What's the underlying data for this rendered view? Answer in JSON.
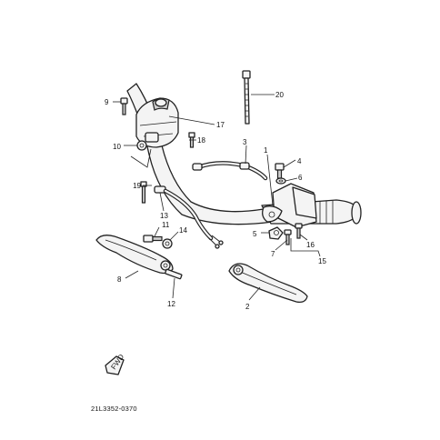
{
  "diagram": {
    "callouts": [
      {
        "id": "c1",
        "text": "1"
      },
      {
        "id": "c2",
        "text": "2"
      },
      {
        "id": "c3",
        "text": "3"
      },
      {
        "id": "c4",
        "text": "4"
      },
      {
        "id": "c5",
        "text": "5"
      },
      {
        "id": "c6",
        "text": "6"
      },
      {
        "id": "c7",
        "text": "7"
      },
      {
        "id": "c8",
        "text": "8"
      },
      {
        "id": "c9",
        "text": "9"
      },
      {
        "id": "c10",
        "text": "10"
      },
      {
        "id": "c11",
        "text": "11"
      },
      {
        "id": "c12",
        "text": "12"
      },
      {
        "id": "c13",
        "text": "13"
      },
      {
        "id": "c14",
        "text": "14"
      },
      {
        "id": "c15",
        "text": "15"
      },
      {
        "id": "c16",
        "text": "16"
      },
      {
        "id": "c17",
        "text": "17"
      },
      {
        "id": "c18",
        "text": "18"
      },
      {
        "id": "c19",
        "text": "19"
      },
      {
        "id": "c20",
        "text": "20"
      }
    ],
    "fwd_marker": "FWD",
    "drawing_code": "21L3352-0370"
  }
}
